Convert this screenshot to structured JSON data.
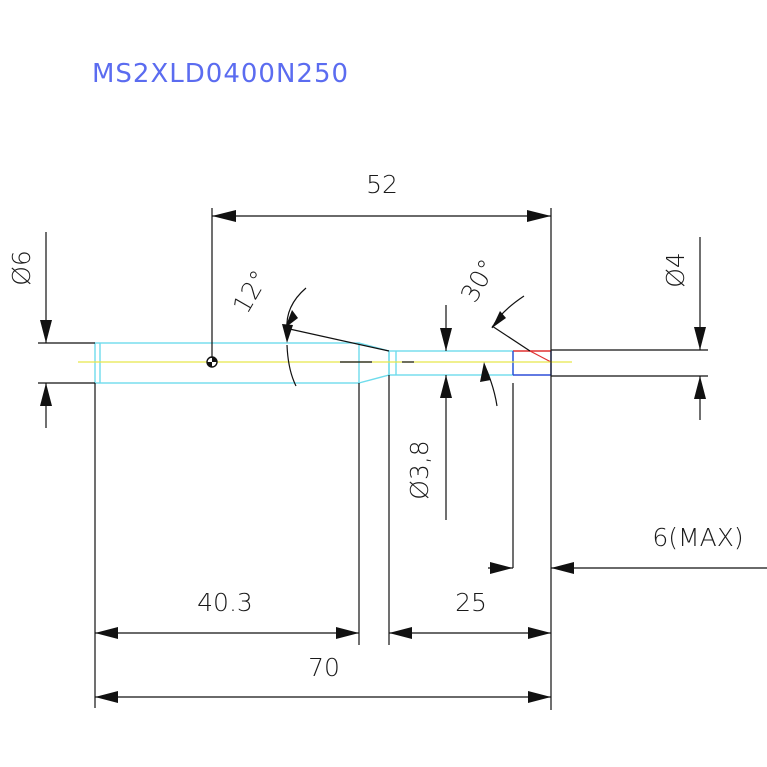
{
  "part_number": "MS2XLD0400N250",
  "dimensions": {
    "center_length": "52",
    "shank_diameter": "Ø6",
    "neck_angle": "12°",
    "tip_angle": "30°",
    "tip_diameter": "Ø4",
    "neck_diameter": "Ø3,8",
    "max_note": "6(MAX)",
    "shank_length": "40.3",
    "neck_length": "25",
    "overall_length": "70"
  },
  "colors": {
    "title": "#5b6cf0",
    "outline": "#6fdcec",
    "centerline": "#e6e64a",
    "tip_red": "#e03030",
    "tip_blue": "#2f4fd8",
    "dimension": "#111111"
  }
}
